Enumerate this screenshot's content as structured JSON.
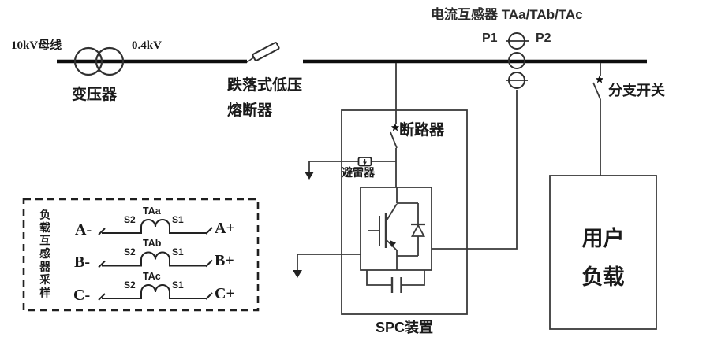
{
  "labels": {
    "bus_10kv": "10kV母线",
    "voltage_04kv": "0.4kV",
    "transformer": "变压器",
    "fuse_line1": "跌落式低压",
    "fuse_line2": "熔断器",
    "ct_title": "电流互感器 TAa/TAb/TAc",
    "p1": "P1",
    "p2": "P2",
    "breaker": "断路器",
    "arrester": "避雷器",
    "branch_switch": "分支开关",
    "spc": "SPC装置",
    "load_line1": "用户",
    "load_line2": "负载",
    "sampling_vertical": "负载互感器采样"
  },
  "sampling_rows": [
    {
      "neg": "A-",
      "s2": "S2",
      "ta": "TAa",
      "s1": "S1",
      "pos": "A+"
    },
    {
      "neg": "B-",
      "s2": "S2",
      "ta": "TAb",
      "s1": "S1",
      "pos": "B+"
    },
    {
      "neg": "C-",
      "s2": "S2",
      "ta": "TAc",
      "s1": "S1",
      "pos": "C+"
    }
  ],
  "colors": {
    "line": "#3a3a3a",
    "bus": "#0d0d0d",
    "text": "#1a1a1a",
    "background": "#ffffff"
  }
}
